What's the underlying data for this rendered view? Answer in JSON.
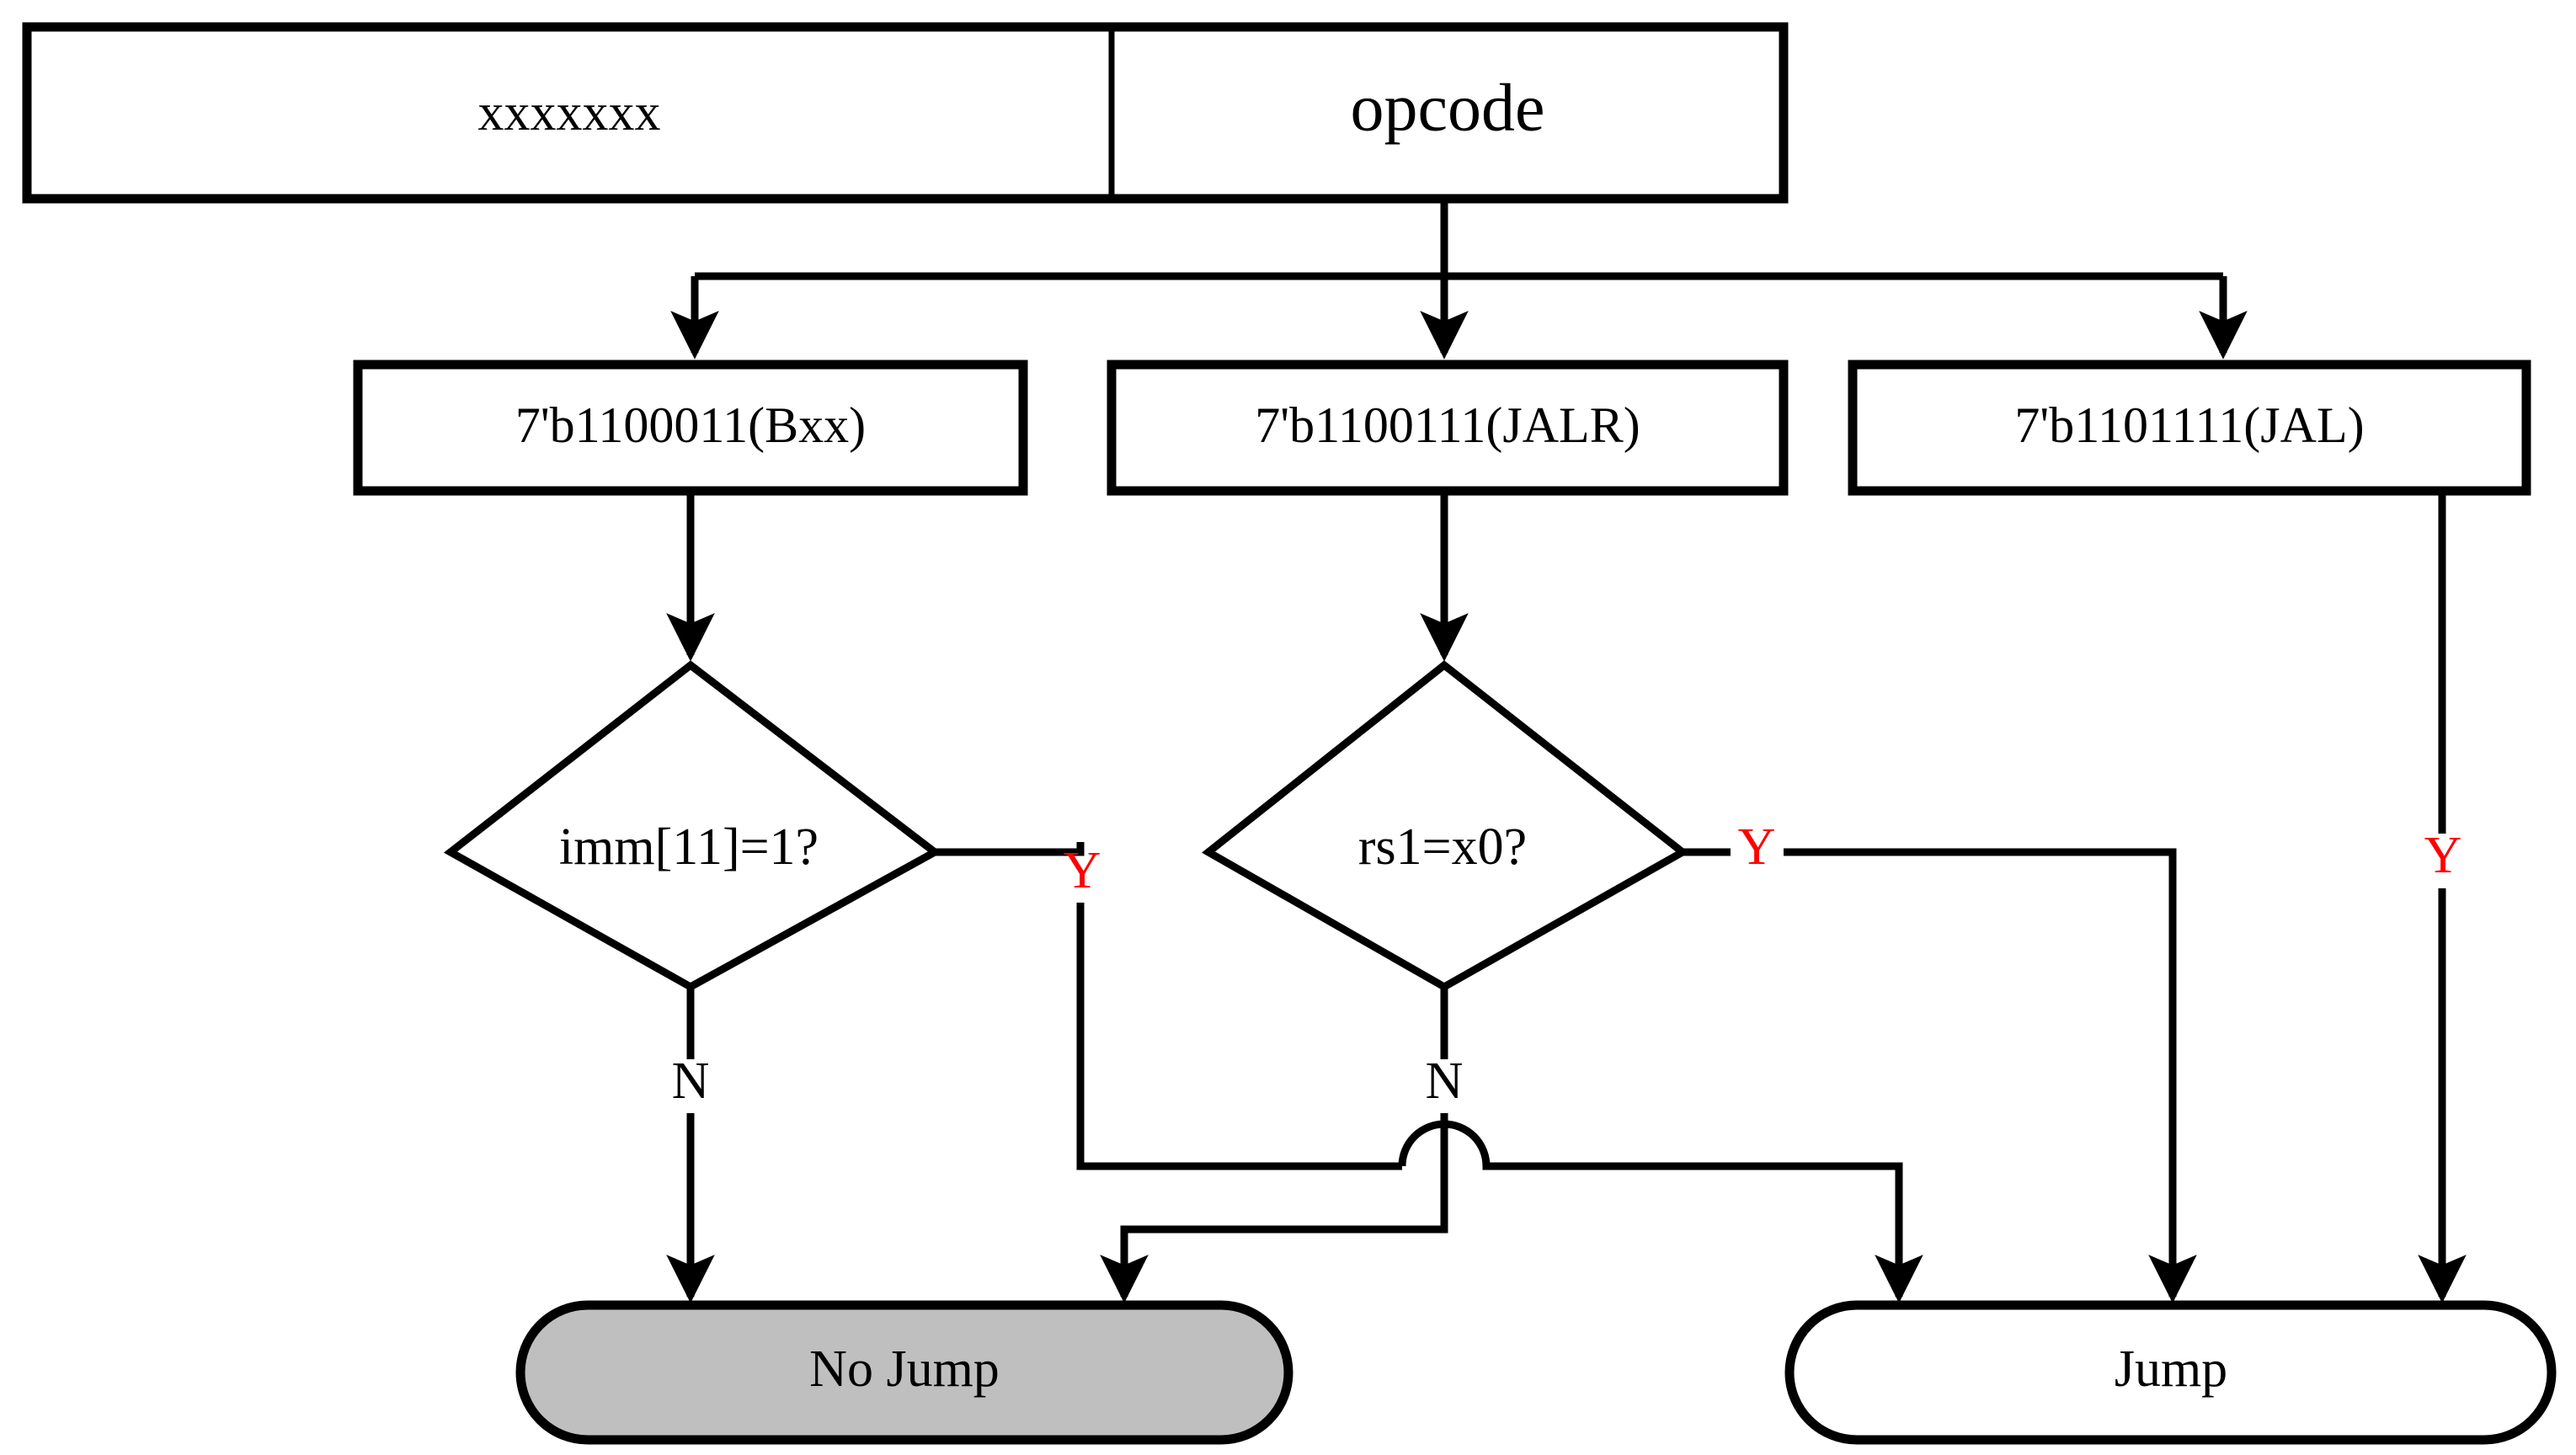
{
  "diagram": {
    "title": "RISC-V jump decision flowchart",
    "colors": {
      "line": "#000000",
      "yes_label": "#ff0000",
      "no_jump_fill": "#bfbfbf",
      "jump_fill": "#ffffff",
      "background": "#ffffff"
    },
    "instruction_fields": [
      {
        "id": "field-other",
        "label": "xxxxxxx"
      },
      {
        "id": "field-opcode",
        "label": "opcode"
      }
    ],
    "opcode_cases": [
      {
        "id": "case-bxx",
        "label": "7'b1100011(Bxx)"
      },
      {
        "id": "case-jalr",
        "label": "7'b1100111(JALR)"
      },
      {
        "id": "case-jal",
        "label": "7'b1101111(JAL)"
      }
    ],
    "decisions": [
      {
        "id": "decision-imm",
        "label": "imm[11]=1?",
        "yes": "Y",
        "no": "N"
      },
      {
        "id": "decision-rs1",
        "label": "rs1=x0?",
        "yes": "Y",
        "no": "N"
      }
    ],
    "branch_labels": {
      "imm_yes": "Y",
      "imm_no": "N",
      "rs1_yes": "Y",
      "rs1_no": "N",
      "jal_yes": "Y"
    },
    "terminals": [
      {
        "id": "terminal-no-jump",
        "label": "No Jump",
        "fill": "#bfbfbf"
      },
      {
        "id": "terminal-jump",
        "label": "Jump",
        "fill": "#ffffff"
      }
    ]
  }
}
